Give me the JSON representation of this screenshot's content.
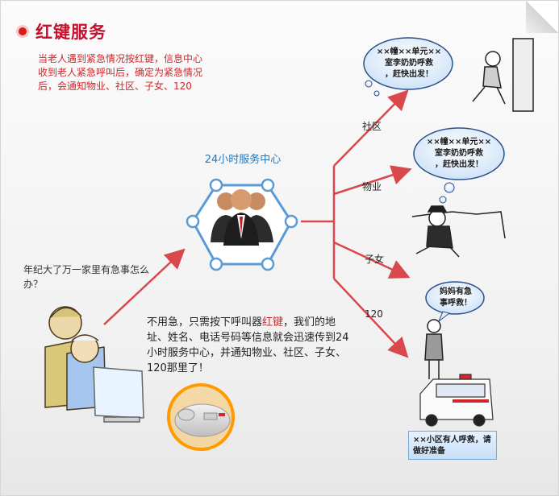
{
  "header": {
    "title": "红键服务"
  },
  "intro": {
    "text": "当老人遇到紧急情况按红键，信息中心收到老人紧急呼叫后，确定为紧急情况后，会通知物业、社区、子女、120"
  },
  "question": {
    "text": "年纪大了万一家里有急事怎么办？"
  },
  "answer": {
    "before": "不用急，只需按下呼叫器",
    "highlight": "红键",
    "after": "，我们的地址、姓名、电话号码等信息就会迅速传到24小时服务中心，并通知物业、社区、子女、120那里了！"
  },
  "hub": {
    "label": "24小时服务中心"
  },
  "branches": [
    {
      "label": "社区"
    },
    {
      "label": "物业"
    },
    {
      "label": "子女"
    },
    {
      "label": "120"
    }
  ],
  "bubbles": {
    "community": {
      "line1": "××幢××单元××",
      "line2": "室李奶奶呼救",
      "line3": "，赶快出发！"
    },
    "property": {
      "line1": "××幢××单元××",
      "line2": "室李奶奶呼救",
      "line3": "，赶快出发！"
    },
    "child": {
      "line1": "妈妈有急",
      "line2": "事呼救！"
    }
  },
  "ambulance_note": {
    "text": "××小区有人呼救，请做好准备"
  },
  "colors": {
    "accent_red": "#d2262b",
    "hub_blue": "#5b9bd5",
    "hub_label": "#1f78c0"
  }
}
